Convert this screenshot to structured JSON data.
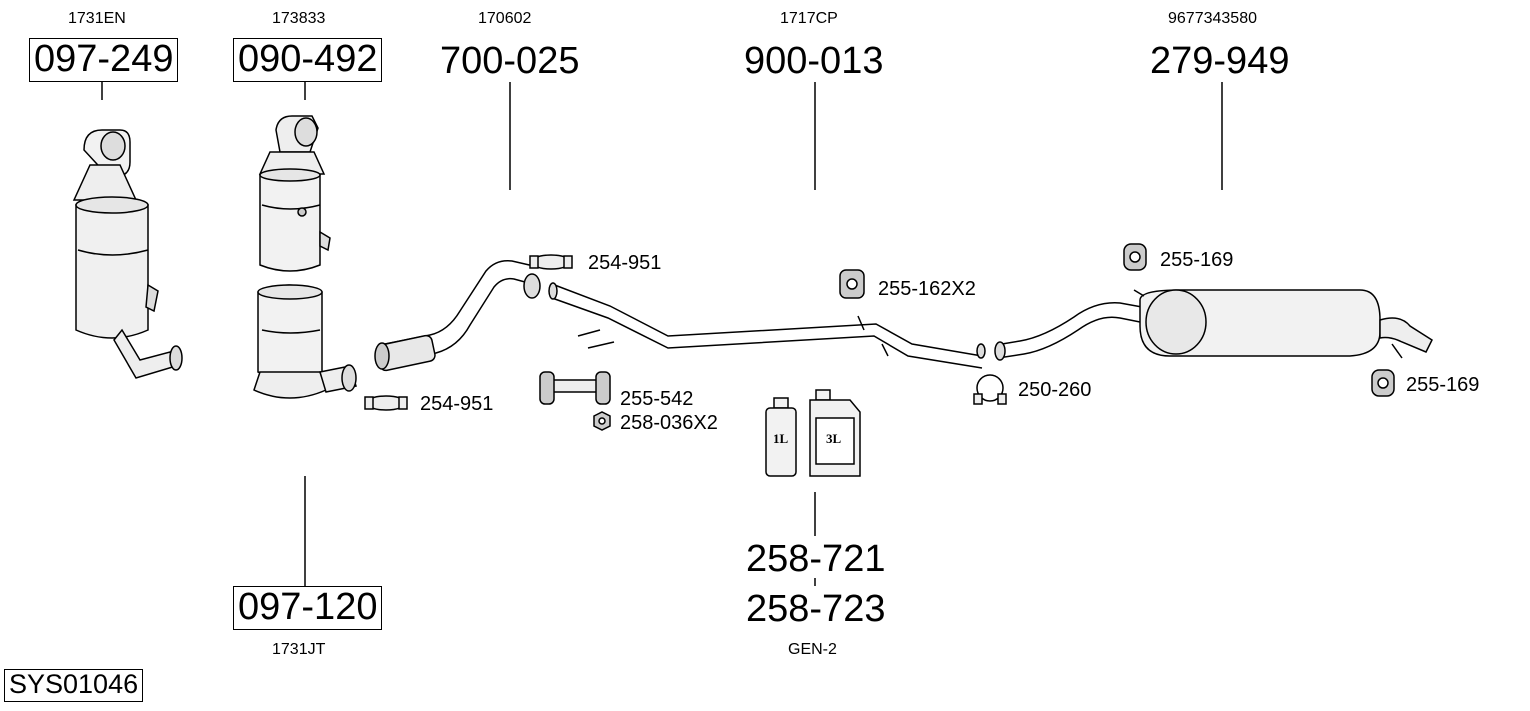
{
  "diagram_id": "SYS01046",
  "parts": [
    {
      "oe": "1731EN",
      "number": "097-249"
    },
    {
      "oe": "173833",
      "number": "090-492"
    },
    {
      "oe": "170602",
      "number": "700-025"
    },
    {
      "oe": "1717CP",
      "number": "900-013"
    },
    {
      "oe": "9677343580",
      "number": "279-949"
    },
    {
      "oe": "1731JT",
      "number": "097-120"
    },
    {
      "oe": "GEN-2",
      "number": "258-721",
      "number2": "258-723"
    }
  ],
  "fittings": [
    {
      "label": "254-951"
    },
    {
      "label": "254-951"
    },
    {
      "label": "255-542"
    },
    {
      "label": "258-036X2"
    },
    {
      "label": "255-162X2"
    },
    {
      "label": "250-260"
    },
    {
      "label": "255-169"
    },
    {
      "label": "255-169"
    }
  ],
  "containers": [
    {
      "label": "1L"
    },
    {
      "label": "3L"
    }
  ]
}
